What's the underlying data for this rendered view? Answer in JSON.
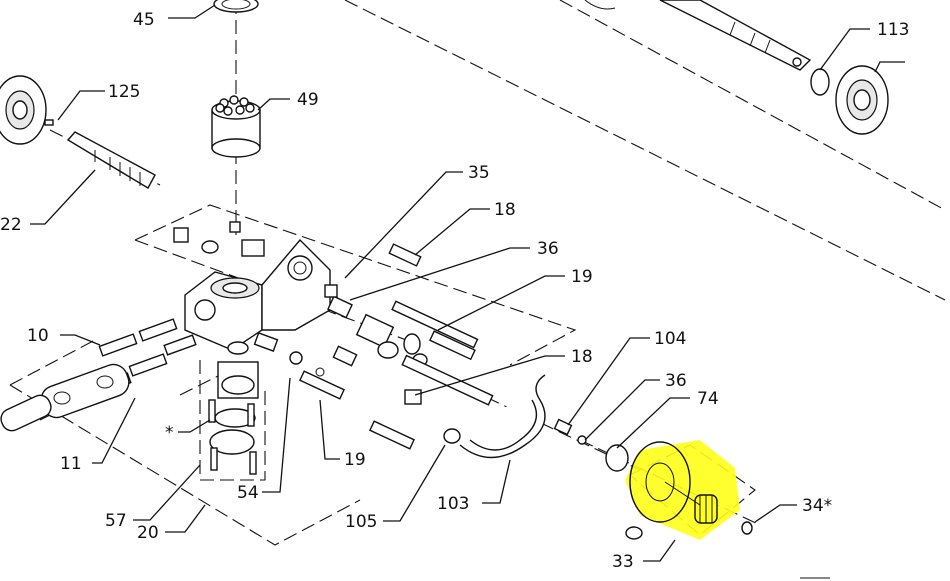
{
  "diagram": {
    "callouts": [
      {
        "id": "45",
        "label": "45"
      },
      {
        "id": "125",
        "label": "125"
      },
      {
        "id": "49",
        "label": "49"
      },
      {
        "id": "22",
        "label": "22"
      },
      {
        "id": "113",
        "label": "113"
      },
      {
        "id": "35",
        "label": "35"
      },
      {
        "id": "18a",
        "label": "18"
      },
      {
        "id": "36a",
        "label": "36"
      },
      {
        "id": "19a",
        "label": "19"
      },
      {
        "id": "10",
        "label": "10"
      },
      {
        "id": "18b",
        "label": "18"
      },
      {
        "id": "104",
        "label": "104"
      },
      {
        "id": "36b",
        "label": "36"
      },
      {
        "id": "74",
        "label": "74"
      },
      {
        "id": "star",
        "label": "*"
      },
      {
        "id": "11",
        "label": "11"
      },
      {
        "id": "19b",
        "label": "19"
      },
      {
        "id": "54",
        "label": "54"
      },
      {
        "id": "57",
        "label": "57"
      },
      {
        "id": "103",
        "label": "103"
      },
      {
        "id": "34",
        "label": "34*"
      },
      {
        "id": "105",
        "label": "105"
      },
      {
        "id": "20",
        "label": "20"
      },
      {
        "id": "33",
        "label": "33"
      }
    ],
    "highlight_color": "#ffff1a"
  }
}
